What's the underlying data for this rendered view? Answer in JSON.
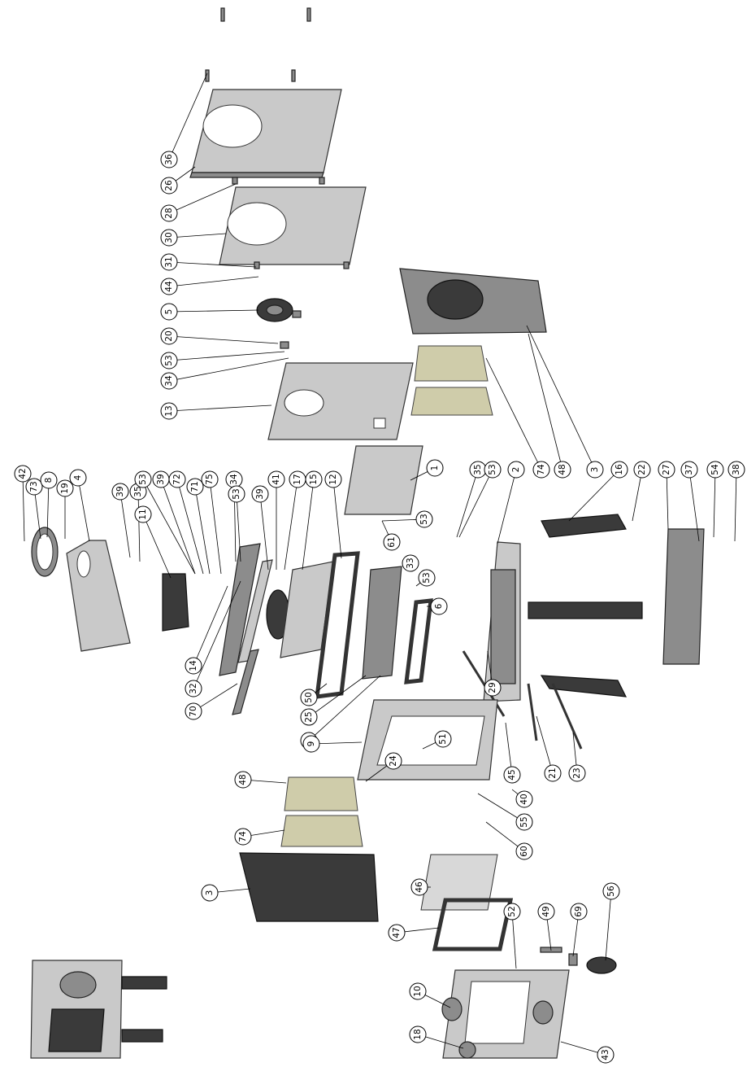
{
  "callouts": [
    {
      "label": "36"
    },
    {
      "label": "26"
    },
    {
      "label": "28"
    },
    {
      "label": "30"
    },
    {
      "label": "31"
    },
    {
      "label": "44"
    },
    {
      "label": "5"
    },
    {
      "label": "20"
    },
    {
      "label": "53"
    },
    {
      "label": "34"
    },
    {
      "label": "13"
    },
    {
      "label": "42"
    },
    {
      "label": "73"
    },
    {
      "label": "8"
    },
    {
      "label": "19"
    },
    {
      "label": "4"
    },
    {
      "label": "39"
    },
    {
      "label": "35"
    },
    {
      "label": "11"
    },
    {
      "label": "53"
    },
    {
      "label": "39"
    },
    {
      "label": "72"
    },
    {
      "label": "71"
    },
    {
      "label": "75"
    },
    {
      "label": "34"
    },
    {
      "label": "53"
    },
    {
      "label": "39"
    },
    {
      "label": "41"
    },
    {
      "label": "17"
    },
    {
      "label": "15"
    },
    {
      "label": "12"
    },
    {
      "label": "1"
    },
    {
      "label": "14"
    },
    {
      "label": "32"
    },
    {
      "label": "70"
    },
    {
      "label": "50"
    },
    {
      "label": "25"
    },
    {
      "label": "7"
    },
    {
      "label": "53"
    },
    {
      "label": "61"
    },
    {
      "label": "33"
    },
    {
      "label": "53"
    },
    {
      "label": "6"
    },
    {
      "label": "35"
    },
    {
      "label": "53"
    },
    {
      "label": "2"
    },
    {
      "label": "74"
    },
    {
      "label": "48"
    },
    {
      "label": "3"
    },
    {
      "label": "16"
    },
    {
      "label": "22"
    },
    {
      "label": "27"
    },
    {
      "label": "37"
    },
    {
      "label": "54"
    },
    {
      "label": "38"
    },
    {
      "label": "29"
    },
    {
      "label": "21"
    },
    {
      "label": "23"
    },
    {
      "label": "9"
    },
    {
      "label": "51"
    },
    {
      "label": "45"
    },
    {
      "label": "40"
    },
    {
      "label": "55"
    },
    {
      "label": "60"
    },
    {
      "label": "24"
    },
    {
      "label": "48"
    },
    {
      "label": "74"
    },
    {
      "label": "3"
    },
    {
      "label": "46"
    },
    {
      "label": "47"
    },
    {
      "label": "52"
    },
    {
      "label": "49"
    },
    {
      "label": "69"
    },
    {
      "label": "56"
    },
    {
      "label": "10"
    },
    {
      "label": "18"
    },
    {
      "label": "43"
    }
  ]
}
